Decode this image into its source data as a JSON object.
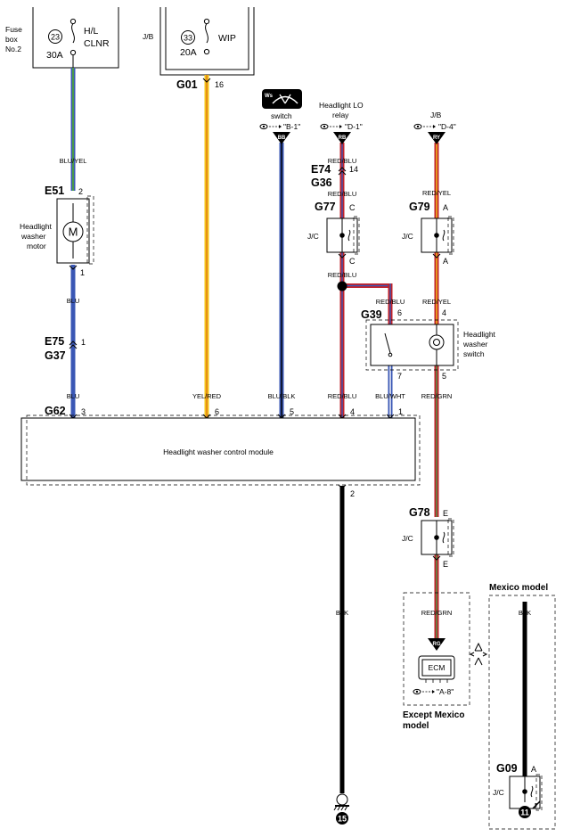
{
  "fuse_box_label": "Fuse box No.2",
  "fuse_23": {
    "num": "23",
    "name": "H/L CLNR",
    "rating": "30A"
  },
  "jb_label": "J/B",
  "fuse_33": {
    "num": "33",
    "name": "WIP",
    "rating": "20A"
  },
  "g01": {
    "connector": "G01",
    "pin": "16"
  },
  "ws_switch": {
    "badge": "Ws",
    "label": "switch",
    "ref": "\"B-1\"",
    "term": "BB"
  },
  "headlight_lo_relay": {
    "label": "Headlight LO relay",
    "ref": "\"D-1\"",
    "term": "RB"
  },
  "jb_d4": {
    "label": "J/B",
    "ref": "\"D-4\"",
    "term": "RY"
  },
  "wires": {
    "blu_yel": "BLU/YEL",
    "blu": "BLU",
    "yel_red": "YEL/RED",
    "blu_blk": "BLU/BLK",
    "red_blu": "RED/BLU",
    "red_yel": "RED/YEL",
    "blu_wht": "BLU/WHT",
    "red_grn": "RED/GRN",
    "blk": "BLK"
  },
  "e74": {
    "connector": "E74",
    "pin": "14"
  },
  "g36": {
    "connector": "G36"
  },
  "e51": {
    "connector": "E51",
    "pin": "2",
    "pin_out": "1",
    "label": "Headlight washer motor",
    "symbol": "M"
  },
  "g77": {
    "connector": "G77",
    "pin": "C",
    "pin_out": "C",
    "jc": "J/C"
  },
  "g79": {
    "connector": "G79",
    "pin": "A",
    "pin_out": "A",
    "jc": "J/C"
  },
  "g39": {
    "connector": "G39",
    "pin_6": "6",
    "pin_4": "4",
    "pin_7": "7",
    "pin_5": "5",
    "label": "Headlight washer switch"
  },
  "e75": {
    "connector": "E75",
    "pin": "1"
  },
  "g37": {
    "connector": "G37"
  },
  "g62": {
    "connector": "G62",
    "pins": [
      "3",
      "6",
      "5",
      "4",
      "1"
    ],
    "pin_2": "2"
  },
  "module": {
    "label": "Headlight washer control module"
  },
  "g78": {
    "connector": "G78",
    "pin": "E",
    "pin_out": "E",
    "jc": "J/C"
  },
  "ecm": {
    "term": "RG",
    "label": "ECM",
    "ref": "\"A-8\"",
    "region": "Except Mexico model"
  },
  "mexico": {
    "label": "Mexico model"
  },
  "g09": {
    "connector": "G09",
    "pin": "A",
    "jc": "J/C"
  },
  "ground_15": "15",
  "ground_11": "11",
  "colors": {
    "blue": "#3a57b5",
    "red": "#c0222a",
    "yellow": "#f5c518",
    "orange": "#e07b18",
    "green": "#4a9a4a",
    "black": "#000000",
    "white": "#ffffff"
  }
}
